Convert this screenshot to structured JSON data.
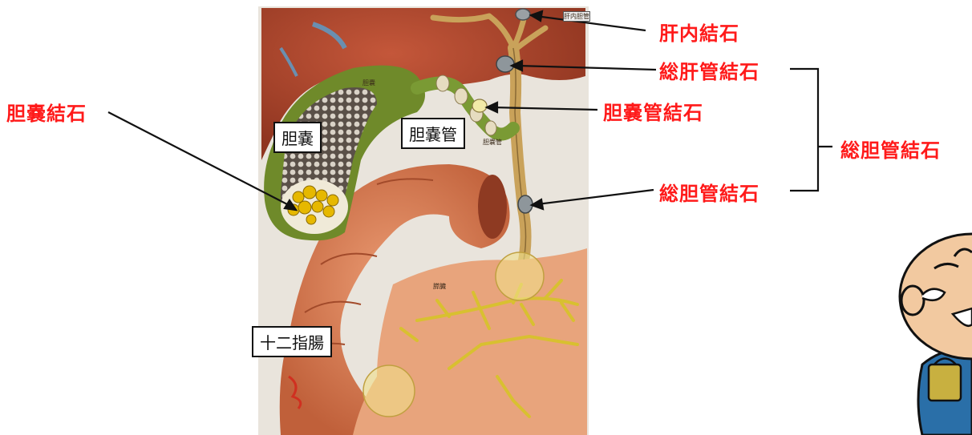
{
  "labels": {
    "hepatolithiasis": "肝内結石",
    "common_hepatic_duct_stone": "総肝管結石",
    "cystic_duct_stone": "胆嚢管結石",
    "common_bile_duct_stone_group": "総胆管結石",
    "common_bile_duct_stone": "総胆管結石",
    "gallstone": "胆嚢結石"
  },
  "organ_labels": {
    "gallbladder": "胆嚢",
    "cystic_duct": "胆嚢管",
    "duodenum": "十二指腸"
  },
  "illustration_text": {
    "gallbladder_small": "胆嚢",
    "cystic_duct_small": "胆嚢管",
    "pancreas_small": "膵臓",
    "hepatic_small": "肝内胆管"
  },
  "colors": {
    "label_red": "#ff1a1a",
    "liver": "#b0452a",
    "gallbladder": "#6f8a2a",
    "duodenum": "#d9794e",
    "bile_duct": "#c9a25a",
    "pancreas": "#e6a27a",
    "stone": "#e6b800"
  }
}
